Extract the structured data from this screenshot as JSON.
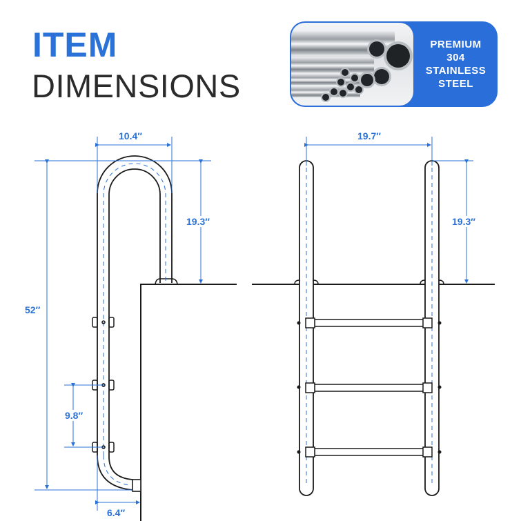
{
  "header": {
    "title_line1": "ITEM",
    "title_line2": "DIMENSIONS"
  },
  "badge": {
    "image": "stainless-steel-pipes-photo",
    "lines": [
      "PREMIUM",
      "304",
      "STAINLESS",
      "STEEL"
    ]
  },
  "side_view": {
    "top_width": "10.4″",
    "total_height": "52″",
    "above_deck_height": "19.3″",
    "step_spacing": "9.8″",
    "bottom_offset": "6.4″"
  },
  "front_view": {
    "width": "19.7″",
    "above_deck_height": "19.3″",
    "steps": 3
  },
  "colors": {
    "accent_blue": "#2a72d8",
    "line_black": "#1a1a1a",
    "title_dark": "#2b2b2b"
  }
}
